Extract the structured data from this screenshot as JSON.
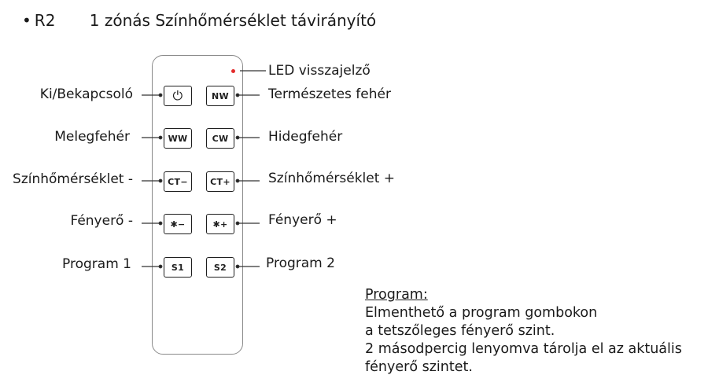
{
  "header": {
    "bullet": "•",
    "model": "R2",
    "title": "1 zónás Színhőmérséklet  távirányító"
  },
  "labels": {
    "led": "LED visszajelző",
    "power": "Ki/Bekapcsoló",
    "nw": "Természetes fehér",
    "ww": "Melegfehér",
    "cw": "Hidegfehér",
    "ct_minus": "Színhőmérséklet -",
    "ct_plus": "Színhőmérséklet +",
    "bright_minus": "Fényerő -",
    "bright_plus": "Fényerő +",
    "s1": "Program 1",
    "s2": "Program 2"
  },
  "buttons": {
    "power": "⏻",
    "nw": "NW",
    "ww": "WW",
    "cw": "CW",
    "ct_minus": "CT−",
    "ct_plus": "CT+",
    "bright_minus": "✱−",
    "bright_plus": "✱+",
    "s1": "S1",
    "s2": "S2"
  },
  "note": {
    "title": "Program:",
    "lines": [
      "Elmenthető a program gombokon",
      "a tetszőleges fényerő szint.",
      "2 másodpercig lenyomva tárolja el az aktuális",
      "fényerő szintet."
    ]
  },
  "colors": {
    "led": "#e32b2b",
    "remote_border": "#8a8a8a"
  }
}
